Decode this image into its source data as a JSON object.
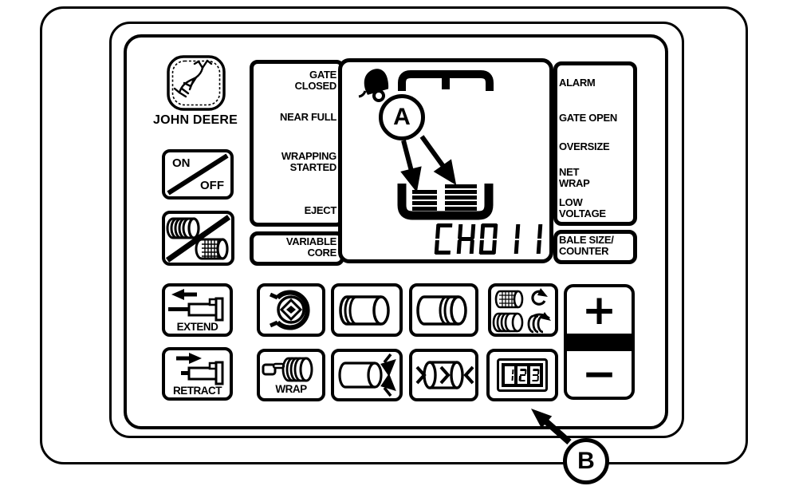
{
  "brand": {
    "name": "JOHN DEERE",
    "logo_icon": "john-deere-leaping-deer-logo"
  },
  "indicator_panels": {
    "left": {
      "items": [
        {
          "label": "GATE\nCLOSED"
        },
        {
          "label": "NEAR FULL"
        },
        {
          "label": "WRAPPING\nSTARTED"
        },
        {
          "label": "EJECT"
        }
      ],
      "variable_core": {
        "label": "VARIABLE\nCORE"
      }
    },
    "right": {
      "items": [
        {
          "label": "ALARM"
        },
        {
          "label": "GATE OPEN"
        },
        {
          "label": "OVERSIZE"
        },
        {
          "label": "NET\nWRAP"
        },
        {
          "label": "LOW\nVOLTAGE"
        }
      ],
      "bale_size_counter": {
        "label": "BALE SIZE/\nCOUNTER"
      }
    }
  },
  "display": {
    "readout": "CH011",
    "icons": [
      "alarm-bell-icon",
      "gate-top-icon",
      "bale-chamber-icon",
      "bale-fill-bars-icon"
    ]
  },
  "buttons": {
    "on_off": {
      "on": "ON",
      "off": "OFF"
    },
    "wrap_material_onoff": {
      "icon": "twine-net-rolls-slash-icon"
    },
    "extend": {
      "label": "EXTEND",
      "icon": "cylinder-extend-icon"
    },
    "retract": {
      "label": "RETRACT",
      "icon": "cylinder-retract-icon"
    },
    "soft_core": {
      "icon": "belt-core-diamond-icon"
    },
    "bale_layers_left": {
      "icon": "bale-roll-left-layers-icon"
    },
    "bale_layers_right": {
      "icon": "bale-roll-right-layers-icon"
    },
    "wrap_material_select": {
      "icon": "net-twine-rotation-icon"
    },
    "wrap": {
      "label": "WRAP",
      "icon": "hand-wrap-roll-icon"
    },
    "bale_size": {
      "icon": "bale-diameter-arrows-icon"
    },
    "bale_density": {
      "icon": "bale-compress-arrows-icon"
    },
    "counter": {
      "digits": "123",
      "icon": "counter-123-icon"
    },
    "increase": {
      "label": "+"
    },
    "decrease": {
      "label": "−"
    }
  },
  "callouts": {
    "a": {
      "label": "A"
    },
    "b": {
      "label": "B"
    }
  },
  "colors": {
    "ink": "#000000",
    "paper": "#ffffff"
  }
}
